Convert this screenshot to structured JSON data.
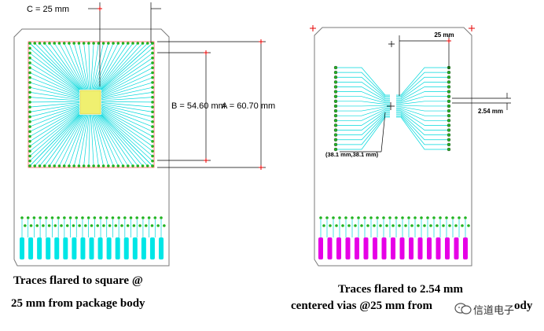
{
  "left_panel": {
    "dim_c": "C = 25 mm",
    "dim_b": "B = 54.60 mm",
    "dim_a": "A = 60.70 mm",
    "caption_line1": "Traces flared to square @",
    "caption_line2": "25 mm from package body"
  },
  "right_panel": {
    "dim_top": "25 mm",
    "dim_pitch": "2.54 mm",
    "coord_label": "(38.1 mm,38.1 mm)",
    "caption_line1": "Traces flared to 2.54 mm",
    "caption_line2": "centered vias @25 mm from ",
    "caption_tail": "ody"
  },
  "watermark": {
    "text": "信道电子"
  },
  "colors": {
    "trace": "#00d8dc",
    "via_green": "#22b422",
    "pad_cyan": "#00e6e6",
    "pad_magenta": "#e600e6",
    "chip": "#f0f070",
    "outline": "#7a7a7a",
    "marker": "#e60000"
  }
}
